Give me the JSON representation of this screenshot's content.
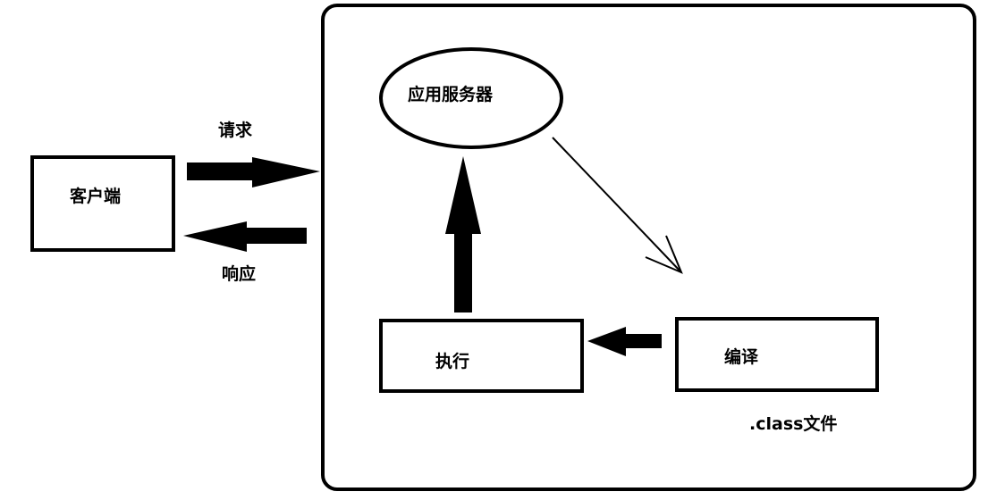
{
  "client": {
    "label": "客户端"
  },
  "request": {
    "label": "请求"
  },
  "response": {
    "label": "响应"
  },
  "app_server": {
    "label": "应用服务器"
  },
  "execute": {
    "label": "执行"
  },
  "compile": {
    "label": "编译"
  },
  "class_file": {
    "label": ".class文件"
  }
}
